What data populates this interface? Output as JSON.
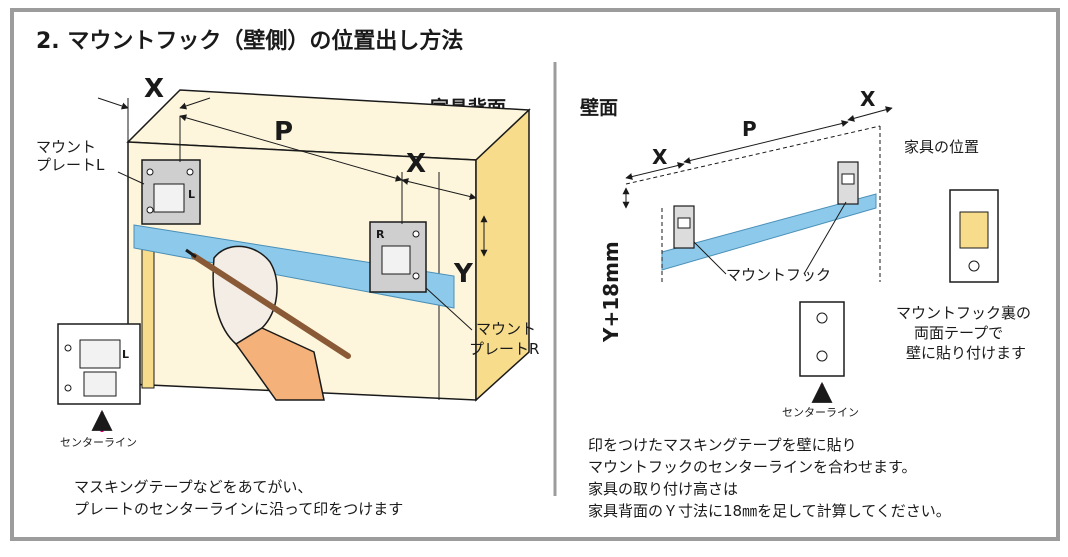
{
  "title": "2. マウントフック（壁側）の位置出し方法",
  "left_panel": {
    "heading": "家具背面",
    "label_plate_l": [
      "マウント",
      "プレートL"
    ],
    "label_plate_r": [
      "マウント",
      "プレートR"
    ],
    "dim_x": "X",
    "dim_p": "P",
    "dim_y": "Y",
    "plate_letter_l": "L",
    "plate_letter_r": "R",
    "center_line": "センターライン",
    "caption": [
      "マスキングテープなどをあてがい、",
      "プレートのセンターラインに沿って印をつけます"
    ]
  },
  "right_panel": {
    "heading": "壁面",
    "furniture_position": "家具の位置",
    "dim_x": "X",
    "dim_p": "P",
    "dim_y18": "Y+18mm",
    "mount_hook": "マウントフック",
    "center_line": "センターライン",
    "tape_note": [
      "マウントフック裏の",
      "両面テープで",
      "壁に貼り付けます"
    ],
    "caption": [
      "印をつけたマスキングテープを壁に貼り",
      "マウントフックのセンターラインを合わせます。",
      "家具の取り付け高さは",
      "家具背面のＹ寸法に18㎜を足して計算してください。"
    ]
  },
  "colors": {
    "border": "#9c9c9c",
    "tape": "#8cc9ea",
    "wood_side": "#f7dc8c",
    "wood_face": "#fdf6dc",
    "arrow": "#e5007f"
  }
}
